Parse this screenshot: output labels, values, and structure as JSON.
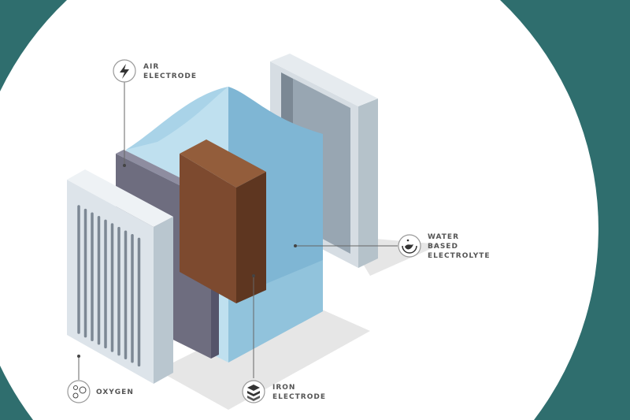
{
  "labels": {
    "air_electrode": [
      "AIR",
      "ELECTRODE"
    ],
    "water_electrolyte": [
      "WATER",
      "BASED",
      "ELECTROLYTE"
    ],
    "oxygen": "OXYGEN",
    "iron_electrode": [
      "IRON",
      "ELECTRODE"
    ]
  },
  "colors": {
    "background": "#2f6e6e",
    "electrolyte": "#8ec4dc",
    "iron": "#7a4a30",
    "air_electrode": "#6e6d7f"
  }
}
